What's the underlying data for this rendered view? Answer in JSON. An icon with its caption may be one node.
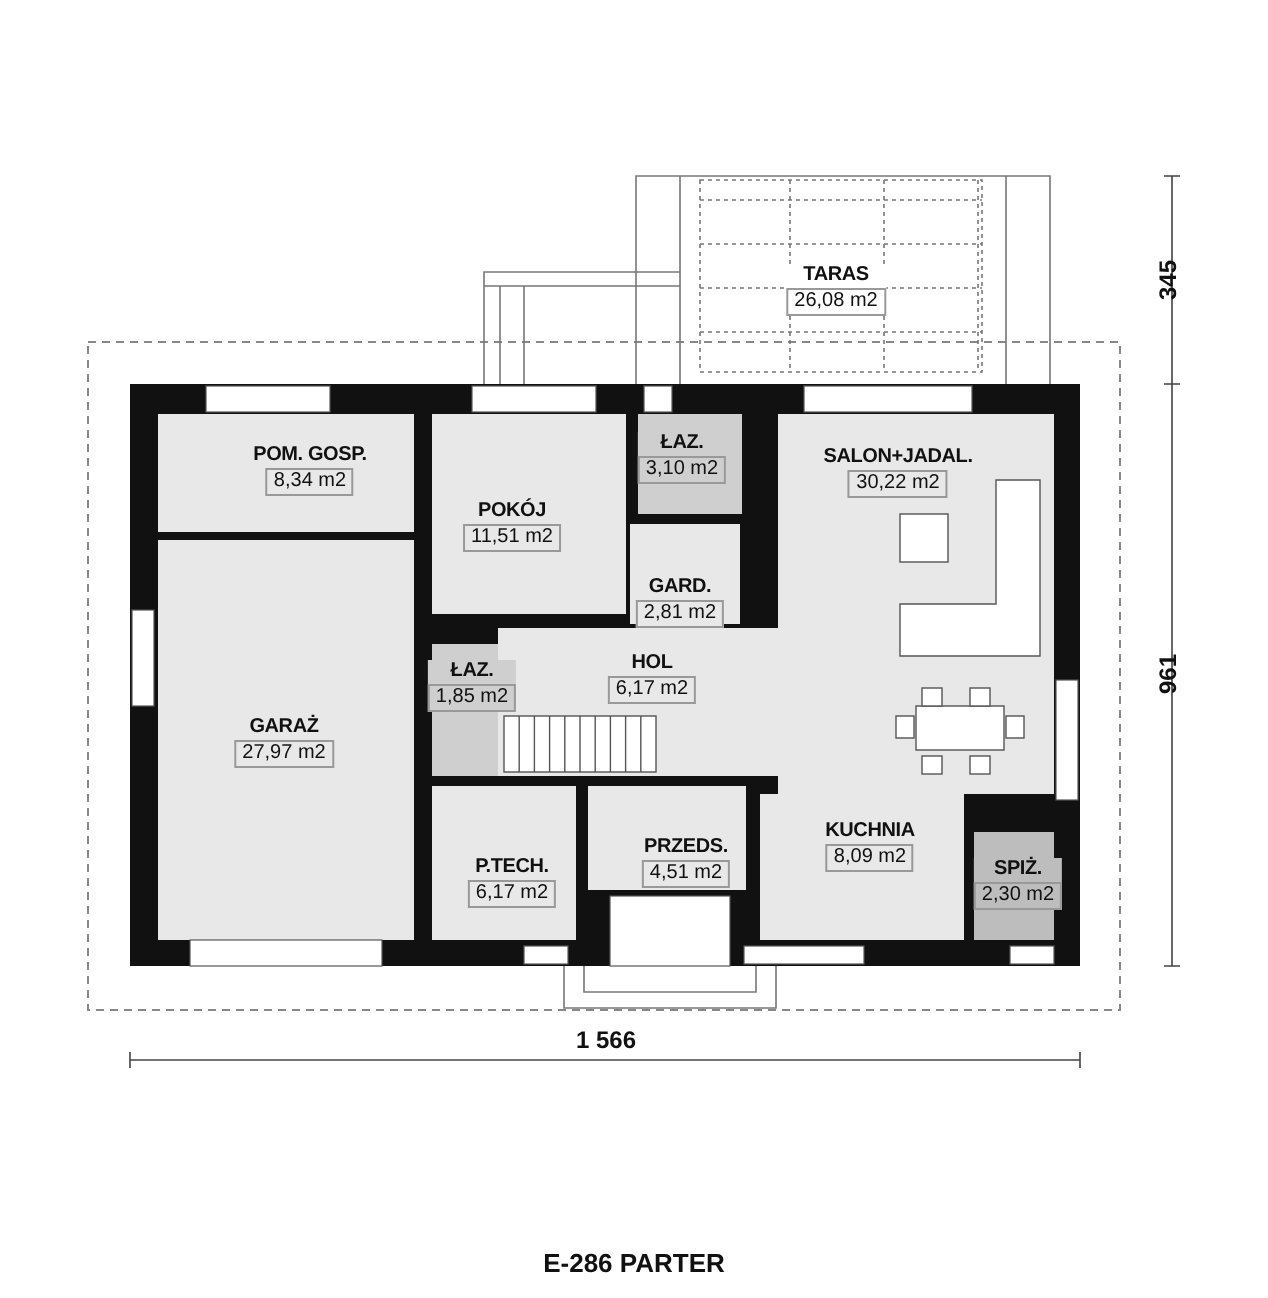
{
  "diagram": {
    "caption": "E-286 PARTER",
    "nodes": [
      {
        "text": [
          "TARAS",
          "26,08 m2"
        ]
      },
      {
        "text": [
          "POM. GOSP.",
          "8,34 m2"
        ]
      },
      {
        "text": [
          "POKÓJ",
          "11,51 m2"
        ]
      },
      {
        "text": [
          "ŁAZ.",
          "3,10 m2"
        ]
      },
      {
        "text": [
          "SALON+JADAL.",
          "30,22 m2"
        ]
      },
      {
        "text": [
          "GARAŻ",
          "27,97 m2"
        ]
      },
      {
        "text": [
          "GARD.",
          "2,81 m2"
        ]
      },
      {
        "text": [
          "ŁAZ.",
          "1,85 m2"
        ]
      },
      {
        "text": [
          "HOL",
          "6,17 m2"
        ]
      },
      {
        "text": [
          "P.TECH.",
          "6,17 m2"
        ]
      },
      {
        "text": [
          "PRZEDS.",
          "4,51 m2"
        ]
      },
      {
        "text": [
          "KUCHNIA",
          "8,09 m2"
        ]
      },
      {
        "text": [
          "SPIŻ.",
          "2,30 m2"
        ]
      }
    ],
    "labels": [
      "345",
      "961",
      "1 566"
    ]
  }
}
